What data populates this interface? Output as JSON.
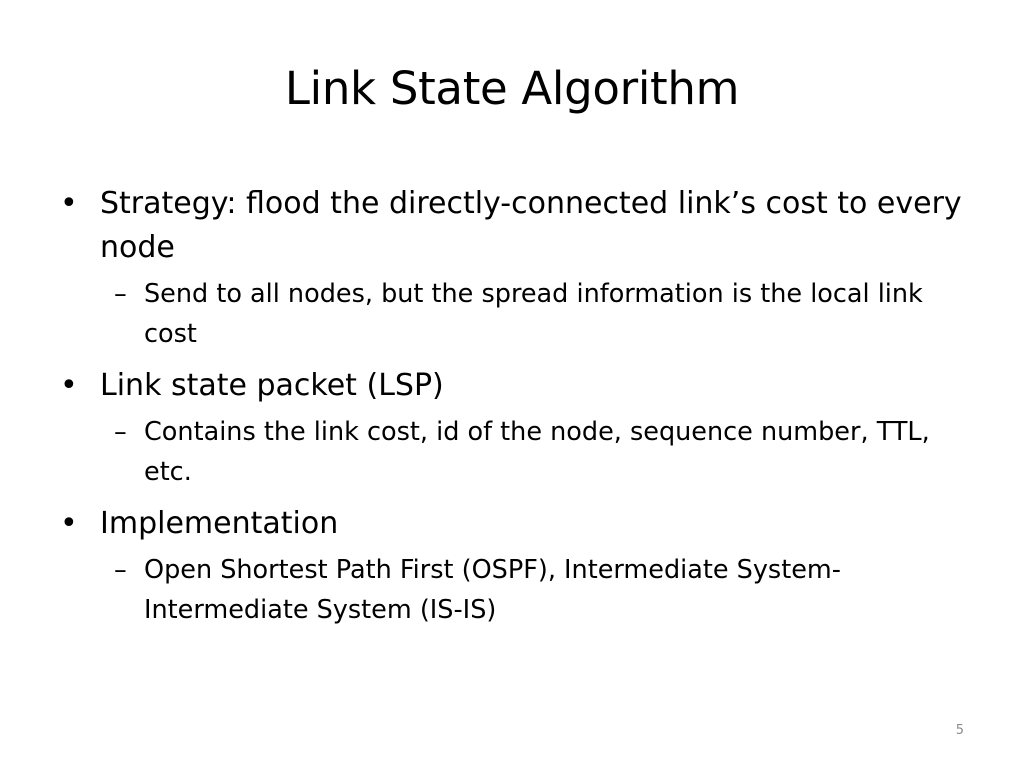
{
  "slide": {
    "title": "Link State Algorithm",
    "page_number": "5",
    "bullet_marker": "•",
    "sub_marker": "–",
    "bullets": [
      {
        "text": "Strategy: flood the directly-connected link’s cost to every node",
        "sub": "Send to all nodes, but the spread information is the local link cost"
      },
      {
        "text": "Link state packet (LSP)",
        "sub": "Contains the link cost, id of the node, sequence number, TTL, etc."
      },
      {
        "text": "Implementation",
        "sub": "Open Shortest Path First (OSPF), Intermediate System-Intermediate System (IS-IS)"
      }
    ]
  }
}
